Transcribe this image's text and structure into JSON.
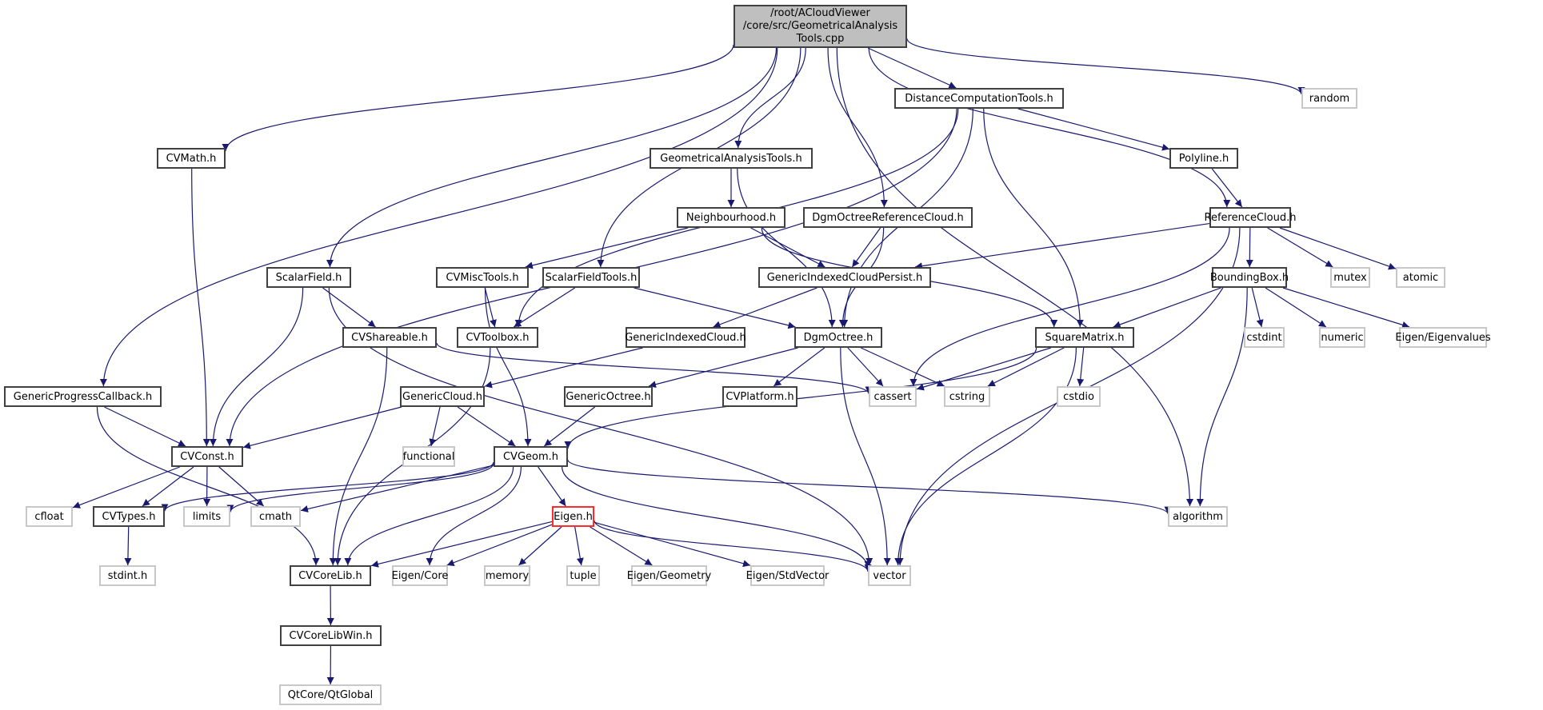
{
  "graph": {
    "title": "include dependency graph",
    "edge_color": "#191970",
    "root": {
      "id": "root",
      "lines": [
        "/root/ACloudViewer",
        "/core/src/GeometricalAnalysis",
        "Tools.cpp"
      ]
    },
    "nodes": [
      {
        "id": "DistanceComputationTools",
        "label": "DistanceComputationTools.h",
        "kind": "local"
      },
      {
        "id": "random",
        "label": "random",
        "kind": "sys"
      },
      {
        "id": "CVMath",
        "label": "CVMath.h",
        "kind": "local"
      },
      {
        "id": "GeometricalAnalysisTools",
        "label": "GeometricalAnalysisTools.h",
        "kind": "local"
      },
      {
        "id": "Polyline",
        "label": "Polyline.h",
        "kind": "local"
      },
      {
        "id": "Neighbourhood",
        "label": "Neighbourhood.h",
        "kind": "local"
      },
      {
        "id": "DgmOctreeReferenceCloud",
        "label": "DgmOctreeReferenceCloud.h",
        "kind": "local"
      },
      {
        "id": "ReferenceCloud",
        "label": "ReferenceCloud.h",
        "kind": "local"
      },
      {
        "id": "ScalarField",
        "label": "ScalarField.h",
        "kind": "local"
      },
      {
        "id": "CVMiscTools",
        "label": "CVMiscTools.h",
        "kind": "local"
      },
      {
        "id": "ScalarFieldTools",
        "label": "ScalarFieldTools.h",
        "kind": "local"
      },
      {
        "id": "GenericIndexedCloudPersist",
        "label": "GenericIndexedCloudPersist.h",
        "kind": "local"
      },
      {
        "id": "BoundingBox",
        "label": "BoundingBox.h",
        "kind": "local"
      },
      {
        "id": "mutex",
        "label": "mutex",
        "kind": "sys"
      },
      {
        "id": "atomic",
        "label": "atomic",
        "kind": "sys"
      },
      {
        "id": "CVShareable",
        "label": "CVShareable.h",
        "kind": "local"
      },
      {
        "id": "CVToolbox",
        "label": "CVToolbox.h",
        "kind": "local"
      },
      {
        "id": "GenericIndexedCloud",
        "label": "GenericIndexedCloud.h",
        "kind": "local"
      },
      {
        "id": "DgmOctree",
        "label": "DgmOctree.h",
        "kind": "local"
      },
      {
        "id": "SquareMatrix",
        "label": "SquareMatrix.h",
        "kind": "local"
      },
      {
        "id": "cstdint",
        "label": "cstdint",
        "kind": "sys"
      },
      {
        "id": "numeric",
        "label": "numeric",
        "kind": "sys"
      },
      {
        "id": "EigenEigenvalues",
        "label": "Eigen/Eigenvalues",
        "kind": "sys"
      },
      {
        "id": "GenericProgressCallback",
        "label": "GenericProgressCallback.h",
        "kind": "local"
      },
      {
        "id": "GenericCloud",
        "label": "GenericCloud.h",
        "kind": "local"
      },
      {
        "id": "GenericOctree",
        "label": "GenericOctree.h",
        "kind": "local"
      },
      {
        "id": "CVPlatform",
        "label": "CVPlatform.h",
        "kind": "local"
      },
      {
        "id": "cassert",
        "label": "cassert",
        "kind": "sys"
      },
      {
        "id": "cstring",
        "label": "cstring",
        "kind": "sys"
      },
      {
        "id": "cstdio",
        "label": "cstdio",
        "kind": "sys"
      },
      {
        "id": "CVConst",
        "label": "CVConst.h",
        "kind": "local"
      },
      {
        "id": "functional",
        "label": "functional",
        "kind": "sys"
      },
      {
        "id": "CVGeom",
        "label": "CVGeom.h",
        "kind": "local"
      },
      {
        "id": "cfloat",
        "label": "cfloat",
        "kind": "sys"
      },
      {
        "id": "CVTypes",
        "label": "CVTypes.h",
        "kind": "local"
      },
      {
        "id": "limits",
        "label": "limits",
        "kind": "sys"
      },
      {
        "id": "cmath",
        "label": "cmath",
        "kind": "sys"
      },
      {
        "id": "Eigen",
        "label": "Eigen.h",
        "kind": "red"
      },
      {
        "id": "algorithm",
        "label": "algorithm",
        "kind": "sys"
      },
      {
        "id": "stdint",
        "label": "stdint.h",
        "kind": "sys"
      },
      {
        "id": "CVCoreLib",
        "label": "CVCoreLib.h",
        "kind": "local"
      },
      {
        "id": "EigenCore",
        "label": "Eigen/Core",
        "kind": "sys"
      },
      {
        "id": "memory",
        "label": "memory",
        "kind": "sys"
      },
      {
        "id": "tuple",
        "label": "tuple",
        "kind": "sys"
      },
      {
        "id": "EigenGeometry",
        "label": "Eigen/Geometry",
        "kind": "sys"
      },
      {
        "id": "EigenStdVector",
        "label": "Eigen/StdVector",
        "kind": "sys"
      },
      {
        "id": "vector",
        "label": "vector",
        "kind": "sys"
      },
      {
        "id": "CVCoreLibWin",
        "label": "CVCoreLibWin.h",
        "kind": "local"
      },
      {
        "id": "QtGlobal",
        "label": "QtCore/QtGlobal",
        "kind": "sys"
      }
    ],
    "edges": [
      [
        "root",
        "DistanceComputationTools"
      ],
      [
        "root",
        "random"
      ],
      [
        "root",
        "CVMath"
      ],
      [
        "root",
        "GeometricalAnalysisTools"
      ],
      [
        "root",
        "DgmOctreeReferenceCloud"
      ],
      [
        "root",
        "ReferenceCloud"
      ],
      [
        "root",
        "ScalarField"
      ],
      [
        "root",
        "ScalarFieldTools"
      ],
      [
        "root",
        "GenericProgressCallback"
      ],
      [
        "root",
        "algorithm"
      ],
      [
        "DistanceComputationTools",
        "Polyline"
      ],
      [
        "DistanceComputationTools",
        "CVConst"
      ],
      [
        "DistanceComputationTools",
        "CVToolbox"
      ],
      [
        "DistanceComputationTools",
        "DgmOctree"
      ],
      [
        "DistanceComputationTools",
        "SquareMatrix"
      ],
      [
        "CVMath",
        "CVConst"
      ],
      [
        "GeometricalAnalysisTools",
        "Neighbourhood"
      ],
      [
        "GeometricalAnalysisTools",
        "DgmOctree"
      ],
      [
        "Polyline",
        "ReferenceCloud"
      ],
      [
        "Neighbourhood",
        "CVMiscTools"
      ],
      [
        "Neighbourhood",
        "GenericIndexedCloudPersist"
      ],
      [
        "Neighbourhood",
        "SquareMatrix"
      ],
      [
        "DgmOctreeReferenceCloud",
        "GenericIndexedCloudPersist"
      ],
      [
        "DgmOctreeReferenceCloud",
        "DgmOctree"
      ],
      [
        "ReferenceCloud",
        "GenericIndexedCloudPersist"
      ],
      [
        "ReferenceCloud",
        "BoundingBox"
      ],
      [
        "ReferenceCloud",
        "mutex"
      ],
      [
        "ReferenceCloud",
        "atomic"
      ],
      [
        "ReferenceCloud",
        "cassert"
      ],
      [
        "ReferenceCloud",
        "vector"
      ],
      [
        "ScalarField",
        "CVShareable"
      ],
      [
        "ScalarField",
        "CVConst"
      ],
      [
        "ScalarField",
        "vector"
      ],
      [
        "CVMiscTools",
        "CVToolbox"
      ],
      [
        "CVMiscTools",
        "CVGeom"
      ],
      [
        "ScalarFieldTools",
        "CVToolbox"
      ],
      [
        "ScalarFieldTools",
        "DgmOctree"
      ],
      [
        "GenericIndexedCloudPersist",
        "GenericIndexedCloud"
      ],
      [
        "BoundingBox",
        "SquareMatrix"
      ],
      [
        "BoundingBox",
        "cstdint"
      ],
      [
        "BoundingBox",
        "numeric"
      ],
      [
        "BoundingBox",
        "EigenEigenvalues"
      ],
      [
        "BoundingBox",
        "algorithm"
      ],
      [
        "CVShareable",
        "CVCoreLib"
      ],
      [
        "CVShareable",
        "cassert"
      ],
      [
        "CVToolbox",
        "CVCoreLib"
      ],
      [
        "GenericIndexedCloud",
        "GenericCloud"
      ],
      [
        "DgmOctree",
        "GenericOctree"
      ],
      [
        "DgmOctree",
        "CVPlatform"
      ],
      [
        "DgmOctree",
        "cassert"
      ],
      [
        "DgmOctree",
        "cstring"
      ],
      [
        "DgmOctree",
        "vector"
      ],
      [
        "SquareMatrix",
        "cassert"
      ],
      [
        "SquareMatrix",
        "cstring"
      ],
      [
        "SquareMatrix",
        "cstdio"
      ],
      [
        "SquareMatrix",
        "CVGeom"
      ],
      [
        "SquareMatrix",
        "vector"
      ],
      [
        "GenericProgressCallback",
        "CVConst"
      ],
      [
        "GenericProgressCallback",
        "CVCoreLib"
      ],
      [
        "GenericCloud",
        "CVConst"
      ],
      [
        "GenericCloud",
        "functional"
      ],
      [
        "GenericCloud",
        "CVGeom"
      ],
      [
        "GenericOctree",
        "CVGeom"
      ],
      [
        "CVConst",
        "cfloat"
      ],
      [
        "CVConst",
        "CVTypes"
      ],
      [
        "CVConst",
        "limits"
      ],
      [
        "CVConst",
        "cmath"
      ],
      [
        "CVGeom",
        "CVTypes"
      ],
      [
        "CVGeom",
        "limits"
      ],
      [
        "CVGeom",
        "cmath"
      ],
      [
        "CVGeom",
        "Eigen"
      ],
      [
        "CVGeom",
        "algorithm"
      ],
      [
        "CVGeom",
        "CVCoreLib"
      ],
      [
        "CVGeom",
        "EigenCore"
      ],
      [
        "CVGeom",
        "vector"
      ],
      [
        "CVTypes",
        "stdint"
      ],
      [
        "Eigen",
        "CVCoreLib"
      ],
      [
        "Eigen",
        "EigenCore"
      ],
      [
        "Eigen",
        "memory"
      ],
      [
        "Eigen",
        "tuple"
      ],
      [
        "Eigen",
        "EigenGeometry"
      ],
      [
        "Eigen",
        "EigenStdVector"
      ],
      [
        "Eigen",
        "vector"
      ],
      [
        "CVCoreLib",
        "CVCoreLibWin"
      ],
      [
        "CVCoreLibWin",
        "QtGlobal"
      ]
    ]
  }
}
